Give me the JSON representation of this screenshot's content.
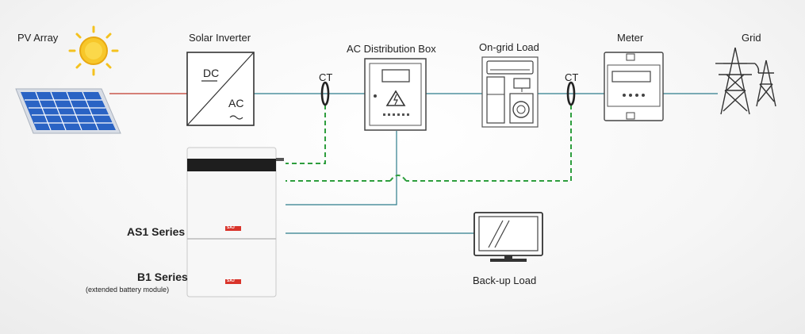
{
  "labels": {
    "pv_array": "PV Array",
    "solar_inverter": "Solar Inverter",
    "dc": "DC",
    "ac": "AC",
    "ct_left": "CT",
    "ac_box": "AC Distribution Box",
    "ongrid_load": "On-grid Load",
    "ct_right": "CT",
    "meter": "Meter",
    "grid": "Grid",
    "as1_series": "AS1 Series",
    "b1_series": "B1 Series",
    "b1_note": "(extended battery module)",
    "backup_load": "Back-up Load",
    "brand_top": "SAJ",
    "brand_bottom": "SAJ"
  },
  "colors": {
    "dc_line": "#c0392b",
    "ac_line": "#2e7d8c",
    "comm_line": "#2e9e3e",
    "solar_panel": "#2a63c4",
    "sun": "#f4c21f",
    "brand": "#d9342b",
    "outline": "#444444"
  }
}
